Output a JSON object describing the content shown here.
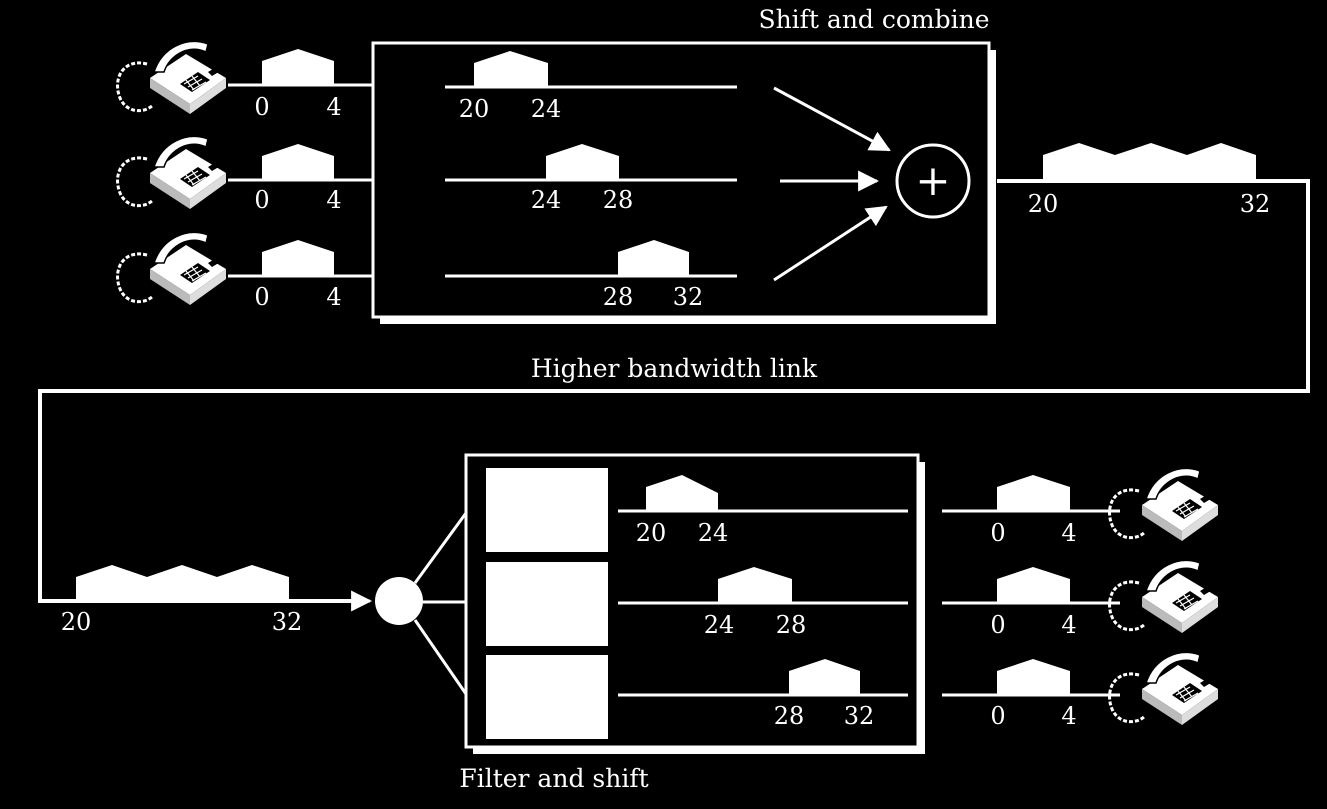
{
  "colors": {
    "background": "#000000",
    "foreground": "#ffffff"
  },
  "mux": {
    "title": "Shift and combine",
    "adder_symbol": "+",
    "inputs": [
      {
        "start": "0",
        "end": "4"
      },
      {
        "start": "0",
        "end": "4"
      },
      {
        "start": "0",
        "end": "4"
      }
    ],
    "shifted": [
      {
        "start": "20",
        "end": "24"
      },
      {
        "start": "24",
        "end": "28"
      },
      {
        "start": "28",
        "end": "32"
      }
    ],
    "output": {
      "start": "20",
      "end": "32"
    }
  },
  "link": {
    "label": "Higher bandwidth link",
    "start": "20",
    "end": "32"
  },
  "demux": {
    "title": "Filter and shift",
    "filtered": [
      {
        "start": "20",
        "end": "24"
      },
      {
        "start": "24",
        "end": "28"
      },
      {
        "start": "28",
        "end": "32"
      }
    ],
    "outputs": [
      {
        "start": "0",
        "end": "4"
      },
      {
        "start": "0",
        "end": "4"
      },
      {
        "start": "0",
        "end": "4"
      }
    ]
  },
  "icons": {
    "telephone": "telephone-icon",
    "adder": "adder-icon",
    "splitter": "splitter-icon",
    "filter": "bandpass-filter-box"
  }
}
